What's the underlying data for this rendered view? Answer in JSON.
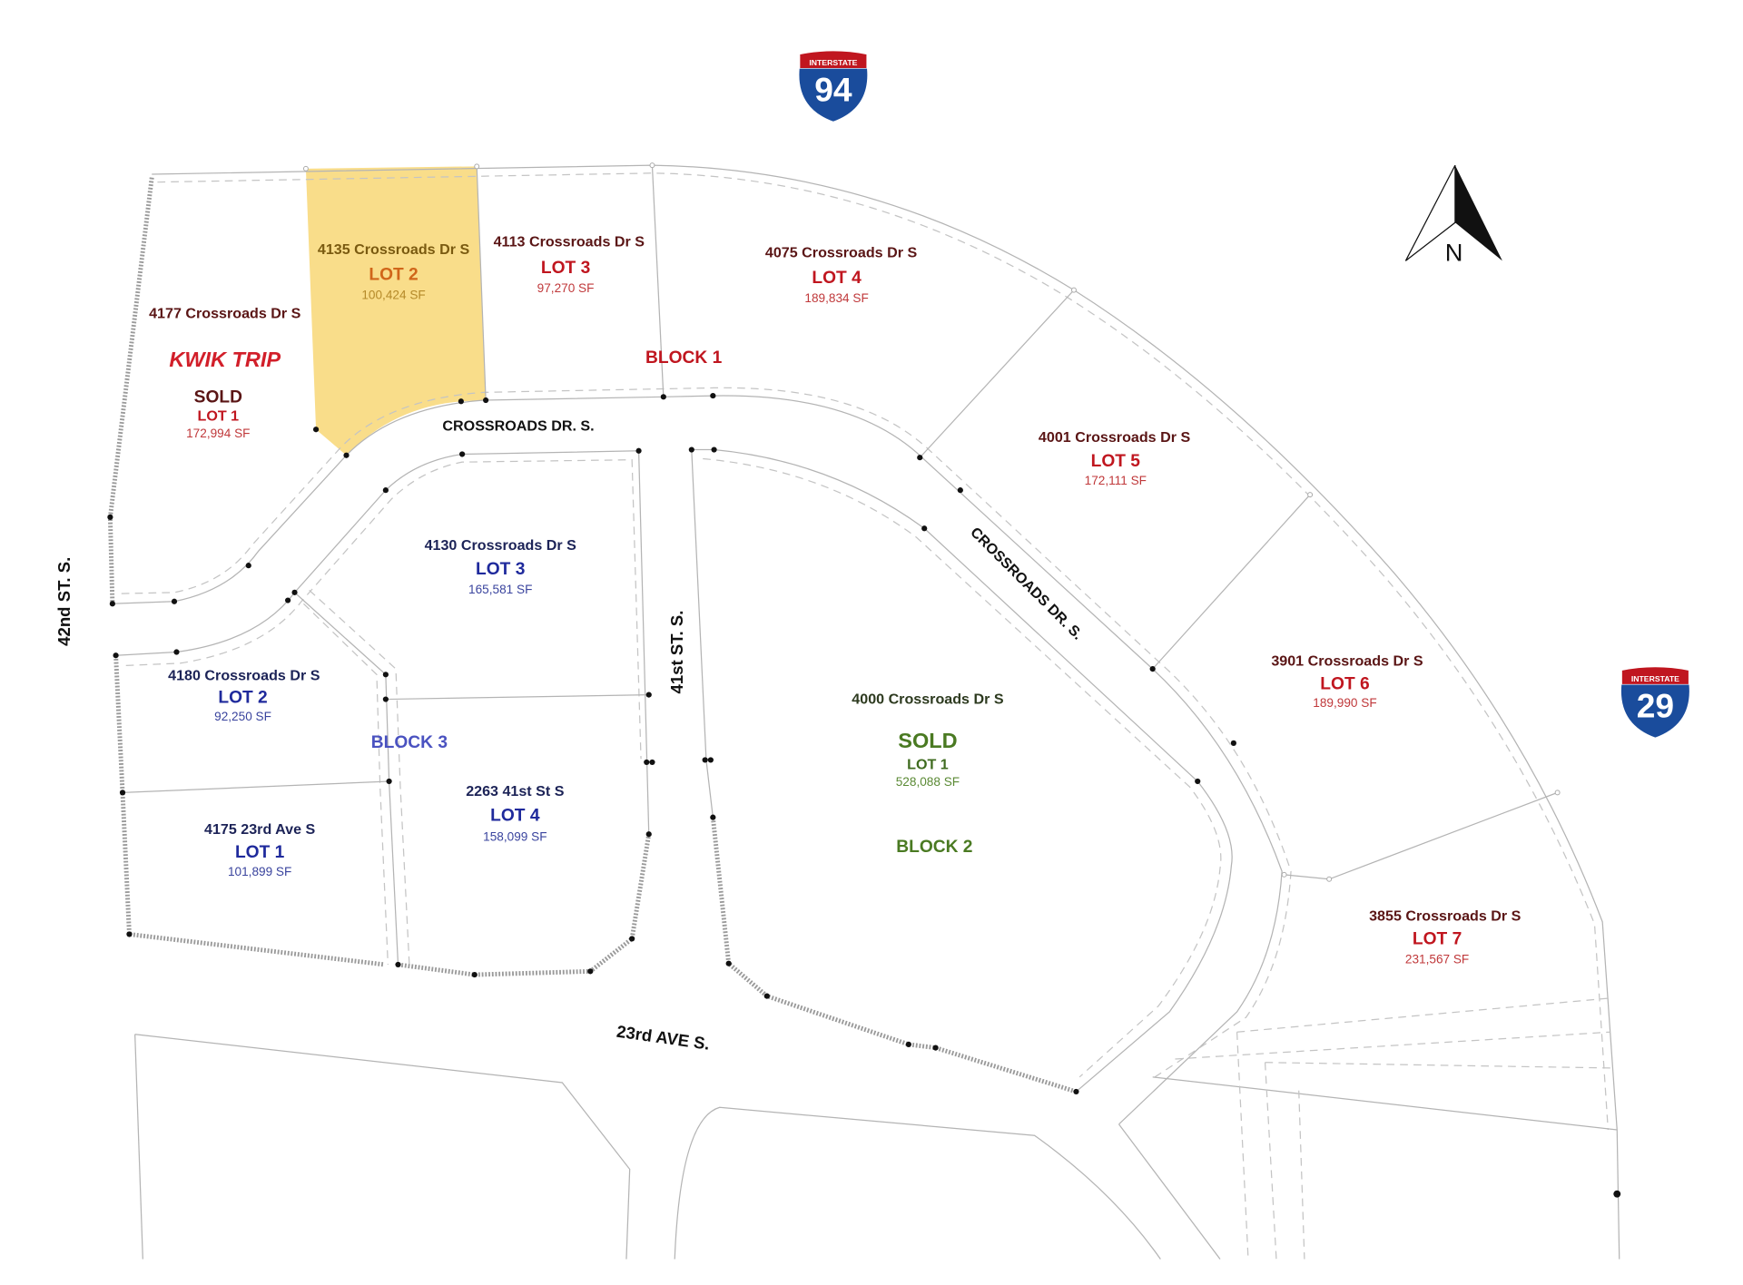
{
  "colors": {
    "highlight": "#f9dd8a",
    "block1": "#c0161f",
    "block2": "#4a7a22",
    "block3": "#1f2a9c",
    "shield_blue": "#1a4c9c",
    "shield_red": "#c0161f"
  },
  "shields": [
    {
      "header": "INTERSTATE",
      "number": "94"
    },
    {
      "header": "INTERSTATE",
      "number": "29"
    }
  ],
  "north_arrow": {
    "label": "N",
    "icon": "north-arrow-icon"
  },
  "roads": {
    "crossroads_north": "CROSSROADS DR. S.",
    "crossroads_diag": "CROSSROADS DR. S.",
    "st42": "42nd ST. S.",
    "st41": "41st ST. S.",
    "ave23": "23rd AVE S."
  },
  "blocks": {
    "block1": "BLOCK 1",
    "block2": "BLOCK 2",
    "block3": "BLOCK 3"
  },
  "block1": [
    {
      "address": "4177 Crossroads Dr S",
      "logo": "KWIK TRIP",
      "status": "SOLD",
      "lot": "LOT 1",
      "sf": "172,994 SF"
    },
    {
      "address": "4135 Crossroads Dr S",
      "lot": "LOT 2",
      "sf": "100,424 SF",
      "highlighted": true
    },
    {
      "address": "4113 Crossroads Dr S",
      "lot": "LOT 3",
      "sf": "97,270 SF"
    },
    {
      "address": "4075 Crossroads Dr S",
      "lot": "LOT 4",
      "sf": "189,834 SF"
    },
    {
      "address": "4001 Crossroads Dr S",
      "lot": "LOT 5",
      "sf": "172,111 SF"
    },
    {
      "address": "3901 Crossroads Dr S",
      "lot": "LOT 6",
      "sf": "189,990 SF"
    },
    {
      "address": "3855 Crossroads Dr S",
      "lot": "LOT 7",
      "sf": "231,567 SF"
    }
  ],
  "block2": [
    {
      "address": "4000 Crossroads Dr S",
      "status": "SOLD",
      "lot": "LOT 1",
      "sf": "528,088 SF"
    }
  ],
  "block3": [
    {
      "address": "4175 23rd Ave S",
      "lot": "LOT 1",
      "sf": "101,899 SF"
    },
    {
      "address": "4180 Crossroads Dr S",
      "lot": "LOT 2",
      "sf": "92,250 SF"
    },
    {
      "address": "4130 Crossroads Dr S",
      "lot": "LOT 3",
      "sf": "165,581 SF"
    },
    {
      "address": "2263 41st St S",
      "lot": "LOT 4",
      "sf": "158,099 SF"
    }
  ]
}
